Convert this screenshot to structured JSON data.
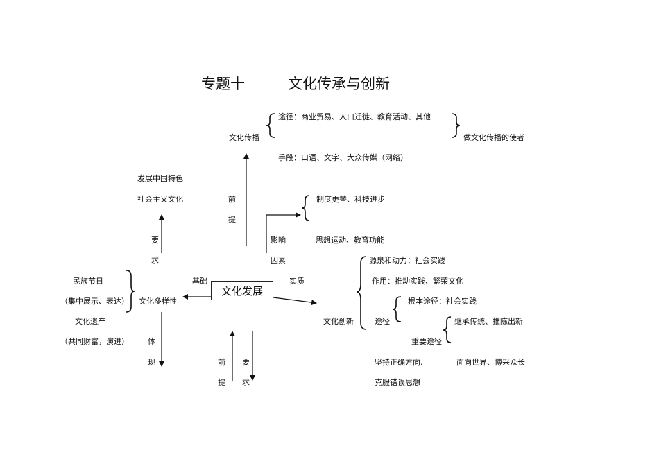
{
  "title": {
    "part1": "专题十",
    "part2": "文化传承与创新"
  },
  "center": "文化发展",
  "nodes": {
    "spread": "文化传播",
    "diversity": "文化多样性",
    "innovation": "文化创新",
    "socialist_line1": "发展中国特色",
    "socialist_line2": "社会主义文化",
    "envoy": "做文化传播的使者"
  },
  "spread_details": {
    "route": "途径：商业贸易、人口迁徙、教育活动、其他",
    "means": "手段：口语、文字、大众传媒（网络）"
  },
  "factors": {
    "influence": "影响",
    "factor": "因素",
    "institutional": "制度更替、科技进步",
    "ideological": "思想运动、教育功能"
  },
  "edge_labels": {
    "premise_top_1": "前",
    "premise_top_2": "提",
    "demand_left_1": "要",
    "demand_left_2": "求",
    "basis": "基础",
    "essence": "实质",
    "embody_1": "体",
    "embody_2": "现",
    "premise_bottom_1": "前",
    "premise_bottom_2": "提",
    "demand_bottom_1": "要",
    "demand_bottom_2": "求"
  },
  "diversity_details": {
    "festival": "民族节日",
    "festival_note": "（集中展示、表达）",
    "heritage": "文化遗产",
    "heritage_note": "（共同财富，演进）"
  },
  "innovation_details": {
    "source": "源泉和动力：社会实践",
    "effect": "作用：推动实践、繁荣文化",
    "route": "途径",
    "fundamental": "根本途径：社会实践",
    "important": "重要途径",
    "inherit": "继承传统、推陈出新",
    "direction": "坚持正确方向,",
    "world": "面向世界、博采众长",
    "overcome": "克服错误思想"
  }
}
